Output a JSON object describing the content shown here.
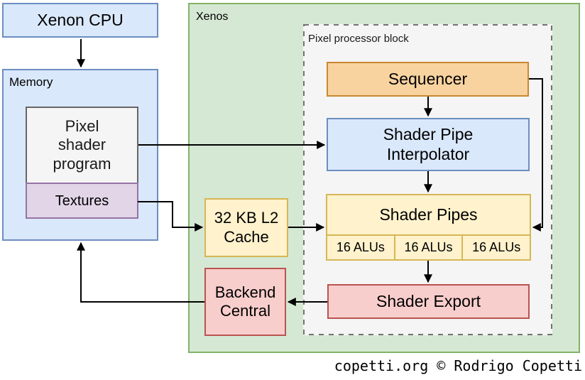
{
  "diagram": {
    "xenon_cpu": "Xenon CPU",
    "memory": "Memory",
    "pixel_shader_program": "Pixel\nshader\nprogram",
    "textures": "Textures",
    "xenos": "Xenos",
    "pixel_processor_block": "Pixel processor block",
    "sequencer": "Sequencer",
    "shader_pipe_interpolator": "Shader Pipe\nInterpolator",
    "shader_pipes": "Shader Pipes",
    "alus": [
      "16 ALUs",
      "16 ALUs",
      "16 ALUs"
    ],
    "shader_export": "Shader Export",
    "l2_cache": "32 KB L2\nCache",
    "backend_central": "Backend\nCentral"
  },
  "footer": {
    "credit": "copetti.org © Rodrigo Copetti"
  },
  "colors": {
    "blue_fill": "#dae8fc",
    "blue_stroke": "#6c8ebf",
    "green_fill": "#d5e8d4",
    "green_stroke": "#82b366",
    "gray_fill": "#f5f5f5",
    "gray_stroke": "#666666",
    "purple_fill": "#e1d5e7",
    "purple_stroke": "#9673a6",
    "yellow_fill": "#fff2cc",
    "yellow_stroke": "#d6b656",
    "red_fill": "#f8cecc",
    "red_stroke": "#b85450",
    "orange_fill": "#f8d3a0",
    "orange_stroke": "#c9882f",
    "arrow": "#000000"
  }
}
